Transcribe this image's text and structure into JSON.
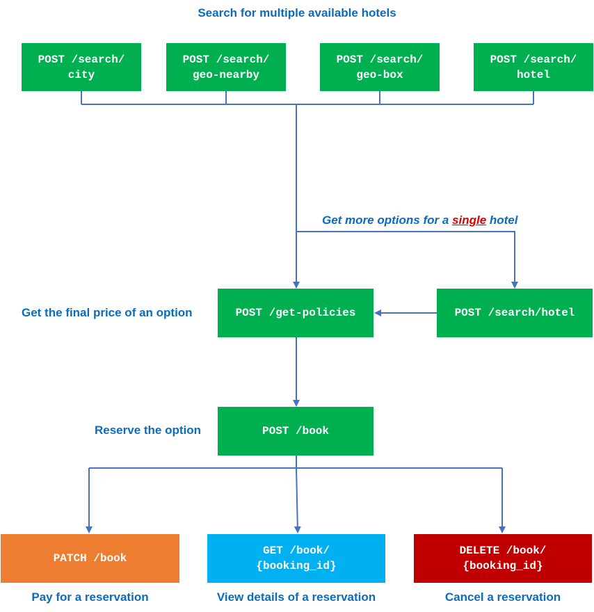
{
  "title": "Search for multiple available hotels",
  "search_boxes": [
    {
      "line1": "POST /search/",
      "line2": "city"
    },
    {
      "line1": "POST /search/",
      "line2": "geo-nearby"
    },
    {
      "line1": "POST /search/",
      "line2": "geo-box"
    },
    {
      "line1": "POST /search/",
      "line2": "hotel"
    }
  ],
  "single_hotel": {
    "prefix": "Get more options for a ",
    "highlight": "single",
    "suffix": " hotel"
  },
  "get_policies": {
    "label": "Get the final price of an option",
    "box": "POST /get-policies"
  },
  "search_hotel_single": {
    "box": "POST /search/hotel"
  },
  "book": {
    "label": "Reserve the option",
    "box": "POST /book"
  },
  "outcomes": [
    {
      "line1": "PATCH /book",
      "line2": "",
      "caption": "Pay for a reservation",
      "color": "#ed7d31"
    },
    {
      "line1": "GET /book/",
      "line2": "{booking_id}",
      "caption": "View details of a reservation",
      "color": "#00b0f0"
    },
    {
      "line1": "DELETE /book/",
      "line2": "{booking_id}",
      "caption": "Cancel a reservation",
      "color": "#c00000"
    }
  ],
  "colors": {
    "connector": "#4472c4",
    "label": "#0b6bbd",
    "box_green": "#00b050"
  }
}
